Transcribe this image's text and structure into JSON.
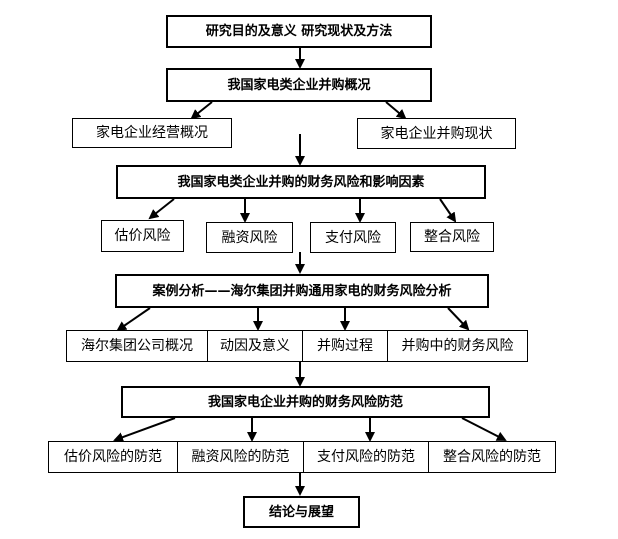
{
  "nodes": {
    "research_purpose": "研究目的及意义  研究现状及方法",
    "overview": "我国家电类企业并购概况",
    "operations": "家电企业经营概况",
    "ma_status": "家电企业并购现状",
    "risk_factors": "我国家电类企业并购的财务风险和影响因素",
    "valuation_risk": "估价风险",
    "financing_risk": "融资风险",
    "payment_risk": "支付风险",
    "integration_risk": "整合风险",
    "case_study": "案例分析——海尔集团并购通用家电的财务风险分析",
    "haier_overview": "海尔集团公司概况",
    "motive": "动因及意义",
    "process": "并购过程",
    "risks_in_ma": "并购中的财务风险",
    "prevention": "我国家电企业并购的财务风险防范",
    "valuation_prevention": "估价风险的防范",
    "financing_prevention": "融资风险的防范",
    "payment_prevention": "支付风险的防范",
    "integration_prevention": "整合风险的防范",
    "conclusion": "结论与展望"
  }
}
